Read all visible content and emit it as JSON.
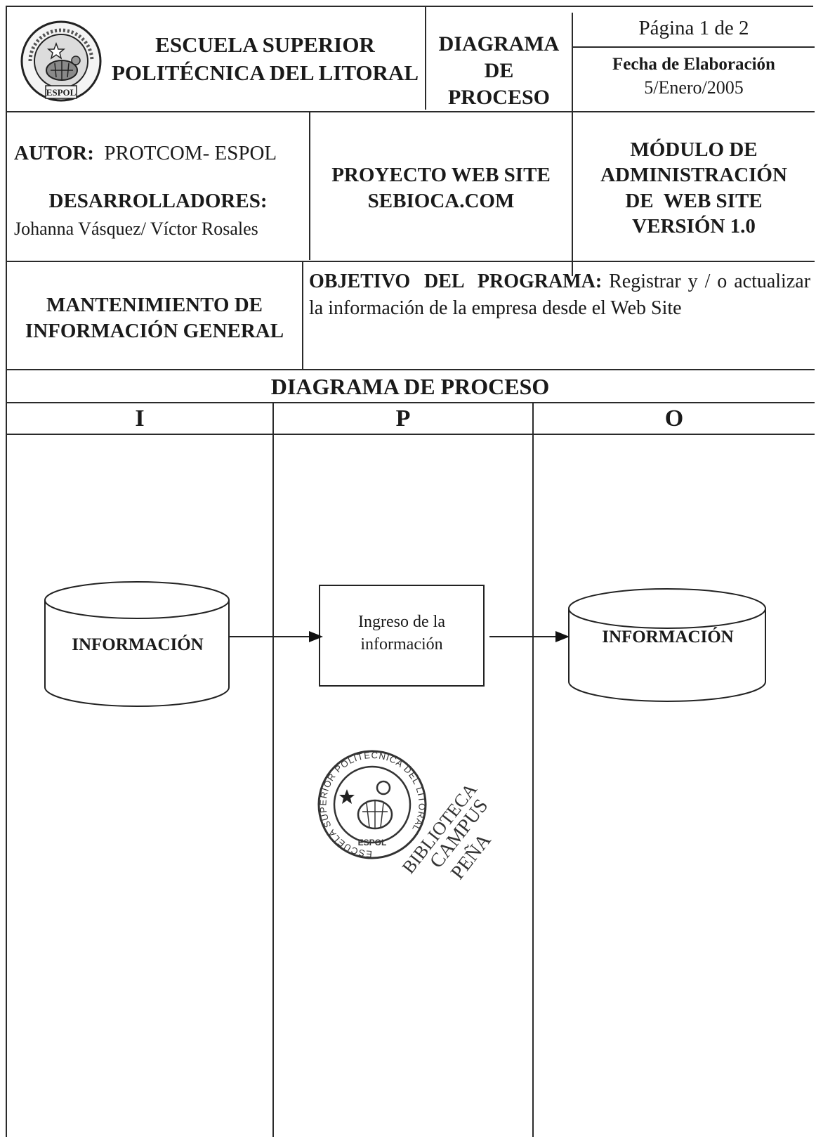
{
  "header": {
    "institution_line1": "ESCUELA SUPERIOR",
    "institution_line2": "POLITÉCNICA DEL LITORAL",
    "doc_type_line1": "DIAGRAMA",
    "doc_type_line2": "DE",
    "doc_type_line3": "PROCESO",
    "page_label": "Página 1 de 2",
    "date_label": "Fecha de Elaboración",
    "date_value": "5/Enero/2005"
  },
  "info": {
    "author_label": "AUTOR:",
    "author_value": "PROTCOM- ESPOL",
    "developers_label": "DESARROLLADORES:",
    "developers_value": "Johanna Vásquez/ Víctor Rosales",
    "project_line1": "PROYECTO WEB SITE",
    "project_line2": "SEBIOCA.COM",
    "module_line1": "MÓDULO DE",
    "module_line2": "ADMINISTRACIÓN",
    "module_line3": "DE  WEB SITE",
    "module_line4": "VERSIÓN 1.0"
  },
  "program": {
    "name_line1": "MANTENIMIENTO DE",
    "name_line2": "INFORMACIÓN GENERAL",
    "objective_label": "OBJETIVO  DEL  PROGRAMA:",
    "objective_text": "Registrar y / o actualizar la información de la empresa desde el Web Site"
  },
  "diagram": {
    "title": "DIAGRAMA DE PROCESO",
    "columns": [
      "I",
      "P",
      "O"
    ],
    "input_node": "INFORMACIÓN",
    "process_line1": "Ingreso de la",
    "process_line2": "información",
    "output_node": "INFORMACIÓN"
  },
  "stamp": {
    "ring_text": "ESCUELA SUPERIOR POLITÉCNICA DEL LITORAL",
    "seal_center": "ESPOL",
    "line1": "BIBLIOTECA",
    "line2": "CAMPUS",
    "line3": "PEÑA"
  },
  "logo": {
    "ring_text": "ESCUELA SUPERIOR POLITÉCNICA DEL LITORAL",
    "center_text": "ESPOL"
  }
}
